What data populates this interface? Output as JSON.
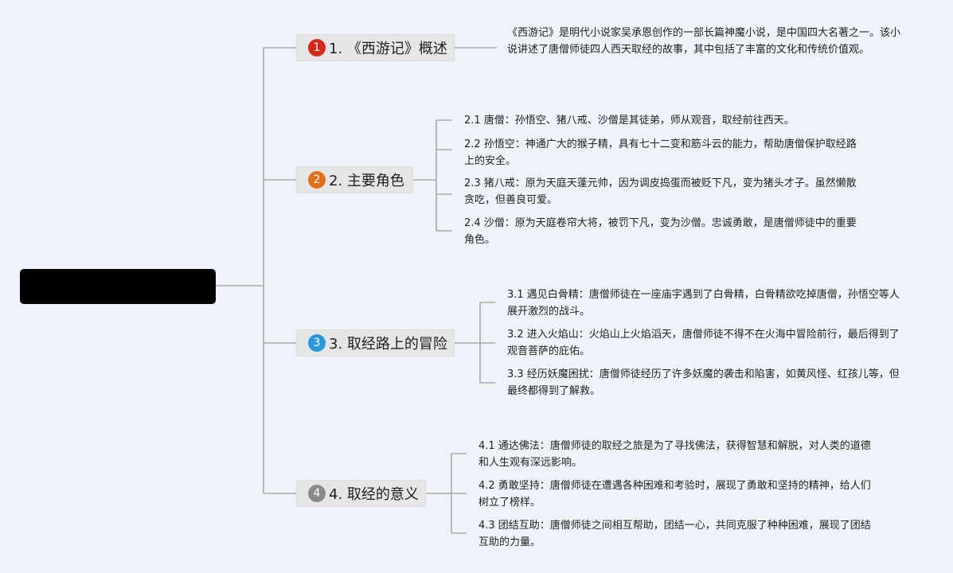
{
  "colors": {
    "background": "#eef3f9",
    "root_fill": "#000000",
    "branch_fill": "#e6e6e6",
    "connector": "#9a9a9a",
    "badge_1": "#d32a1a",
    "badge_2": "#e0701a",
    "badge_3": "#2a97d8",
    "badge_4": "#8a8a8a"
  },
  "root": {
    "label": ""
  },
  "branches": [
    {
      "number": "1",
      "label": "1. 《西游记》概述",
      "leaves": [
        {
          "text": "《西游记》是明代小说家吴承恩创作的一部长篇神魔小说，是中国四大名著之一。该小说讲述了唐僧师徒四人西天取经的故事，其中包括了丰富的文化和传统价值观。"
        }
      ]
    },
    {
      "number": "2",
      "label": "2. 主要角色",
      "leaves": [
        {
          "text": "2.1 唐僧：孙悟空、猪八戒、沙僧是其徒弟，师从观音，取经前往西天。"
        },
        {
          "text": "2.2 孙悟空：神通广大的猴子精，具有七十二变和筋斗云的能力，帮助唐僧保护取经路上的安全。"
        },
        {
          "text": "2.3 猪八戒：原为天庭天蓬元帅，因为调皮捣蛋而被贬下凡，变为猪头才子。虽然懒散贪吃，但善良可爱。"
        },
        {
          "text": "2.4 沙僧：原为天庭卷帘大将，被罚下凡，变为沙僧。忠诚勇敢，是唐僧师徒中的重要角色。"
        }
      ]
    },
    {
      "number": "3",
      "label": "3. 取经路上的冒险",
      "leaves": [
        {
          "text": "3.1 遇见白骨精：唐僧师徒在一座庙宇遇到了白骨精，白骨精欲吃掉唐僧，孙悟空等人展开激烈的战斗。"
        },
        {
          "text": "3.2 进入火焰山：火焰山上火焰滔天，唐僧师徒不得不在火海中冒险前行，最后得到了观音菩萨的庇佑。"
        },
        {
          "text": "3.3 经历妖魔困扰：唐僧师徒经历了许多妖魔的袭击和陷害，如黄风怪、红孩儿等，但最终都得到了解救。"
        }
      ]
    },
    {
      "number": "4",
      "label": "4. 取经的意义",
      "leaves": [
        {
          "text": "4.1 通达佛法：唐僧师徒的取经之旅是为了寻找佛法，获得智慧和解脱，对人类的道德和人生观有深远影响。"
        },
        {
          "text": "4.2 勇敢坚持：唐僧师徒在遭遇各种困难和考验时，展现了勇敢和坚持的精神，给人们树立了榜样。"
        },
        {
          "text": "4.3 团结互助：唐僧师徒之间相互帮助，团结一心，共同克服了种种困难，展现了团结互助的力量。"
        }
      ]
    }
  ]
}
